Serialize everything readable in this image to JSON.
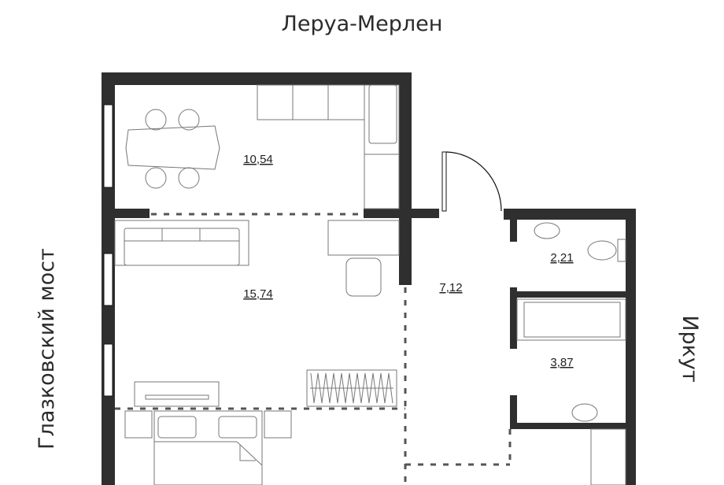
{
  "surroundings": {
    "top": "Леруа-Мерлен",
    "left": "Глазковский мост",
    "right": "Иркут"
  },
  "rooms": [
    {
      "name": "kitchen",
      "area": "10,54"
    },
    {
      "name": "living-room",
      "area": "15,74"
    },
    {
      "name": "hallway",
      "area": "7,12"
    },
    {
      "name": "toilet",
      "area": "2,21"
    },
    {
      "name": "bathroom",
      "area": "3,87"
    }
  ],
  "colors": {
    "wall": "#2f2f2f",
    "furniture": "#777777",
    "text": "#222222"
  }
}
